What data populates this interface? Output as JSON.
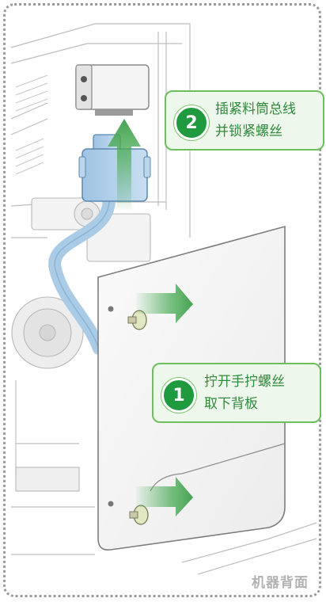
{
  "callouts": [
    {
      "number": "2",
      "line1": "插紧料筒总线",
      "line2": "并锁紧螺丝"
    },
    {
      "number": "1",
      "line1": "拧开手拧螺丝",
      "line2": "取下背板"
    }
  ],
  "footer_label": "机器背面",
  "colors": {
    "accent_green": "#1f9a3f",
    "callout_border": "#6cbf5a",
    "callout_fill": "#eef7ec",
    "label_text": "#2f8a3b",
    "cable_blue": "#a9cbe6",
    "frame_gray": "#9a9a9a"
  },
  "icons": [
    "up-arrow-icon",
    "right-arrow-icon"
  ]
}
